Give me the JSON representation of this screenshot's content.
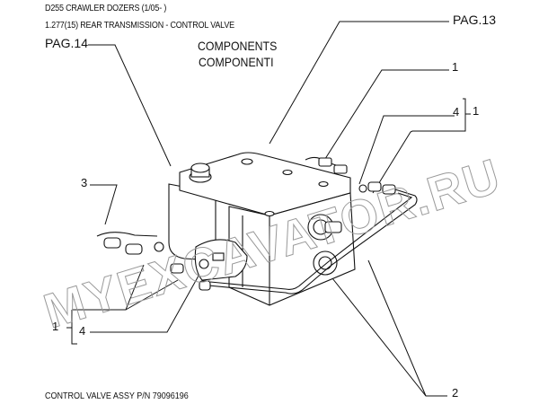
{
  "header": {
    "model": "D255 CRAWLER DOZERS (1/05- )",
    "section": "1.277(15) REAR TRANSMISSION - CONTROL VALVE"
  },
  "references": {
    "left_page": "PAG.14",
    "right_page": "PAG.13"
  },
  "title": {
    "line1": "COMPONENTS",
    "line2": "COMPONENTI"
  },
  "callouts": {
    "top_right_1": "1",
    "top_right_4": "4",
    "top_right_bracket_1": "1",
    "left_3": "3",
    "left_bracket_1": "1",
    "left_4": "4",
    "bottom_2": "2"
  },
  "watermark": "MYEXCAVATOR.RU",
  "footer": {
    "caption": "CONTROL VALVE ASSY P/N 79096196"
  }
}
